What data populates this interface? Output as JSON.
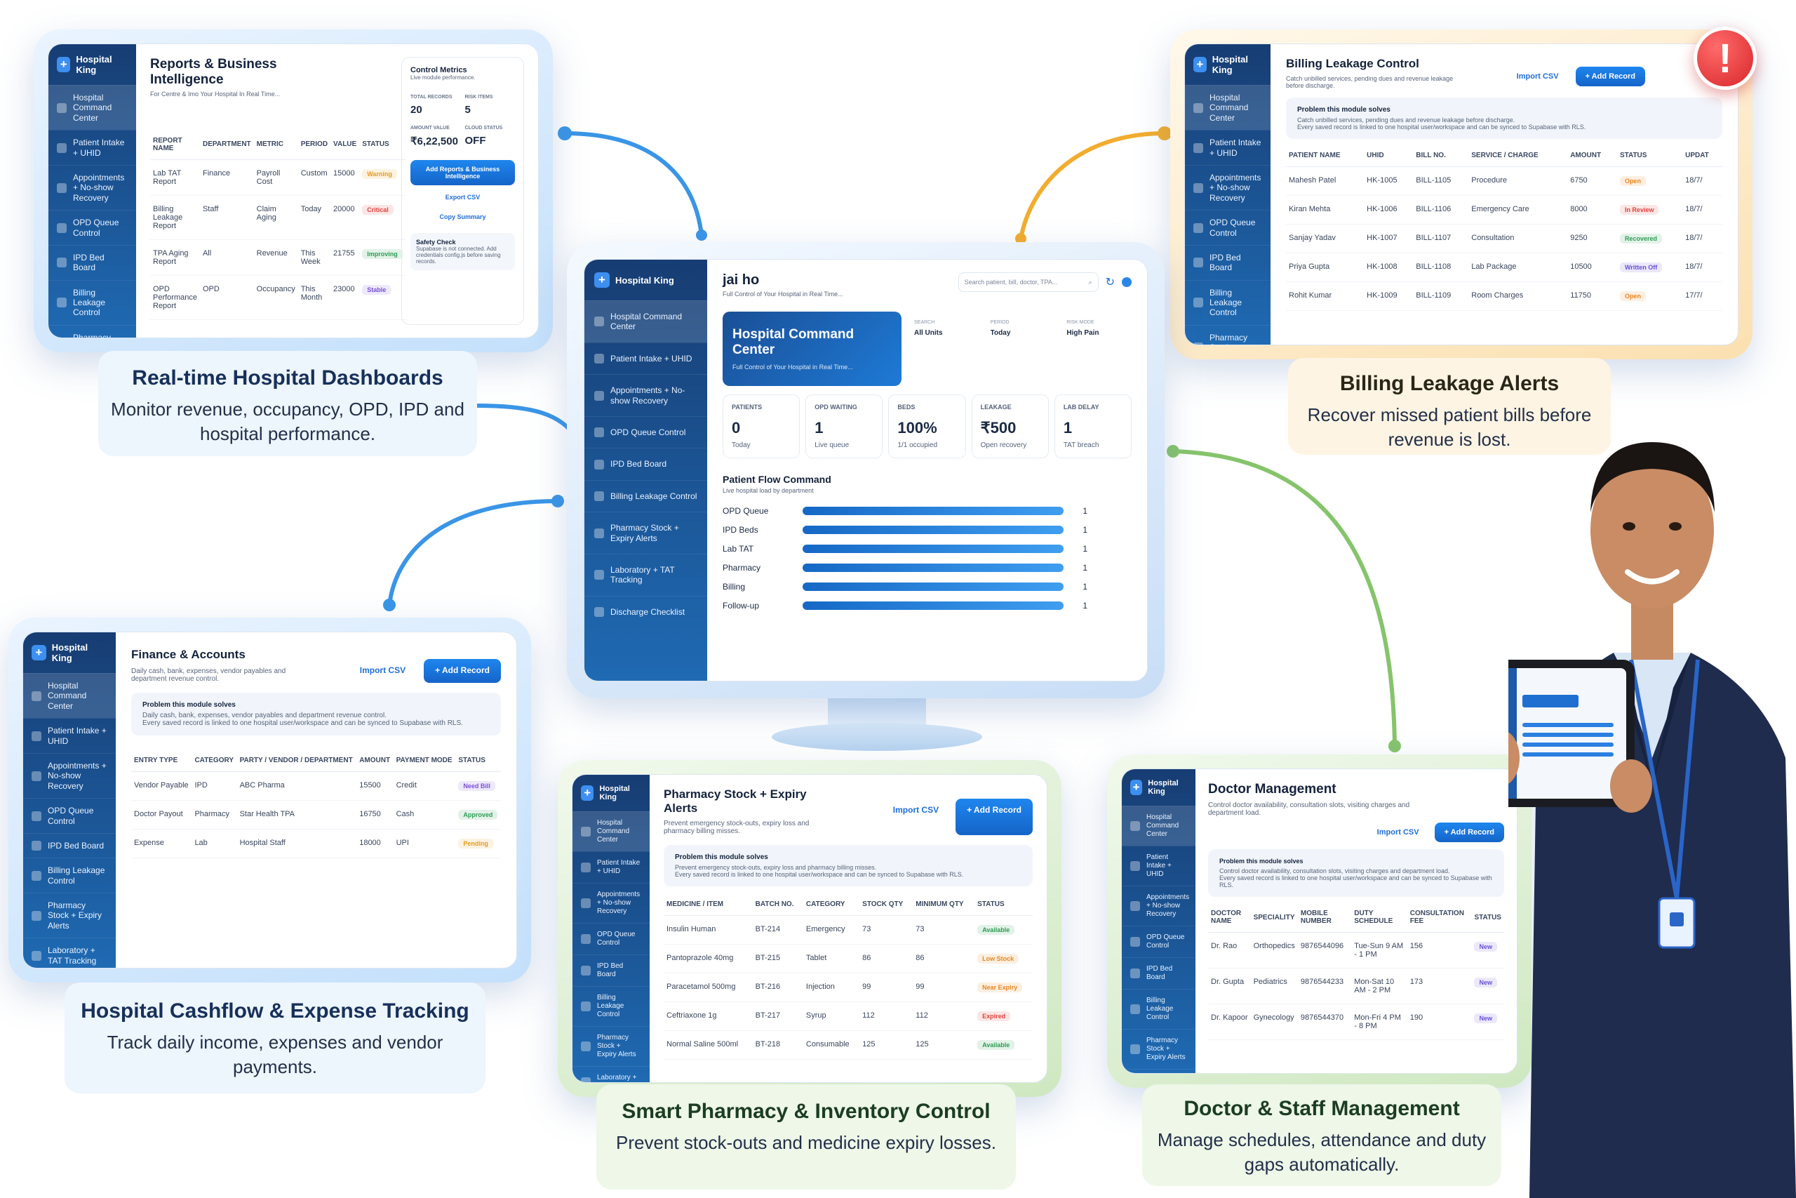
{
  "brand": "Hospital King",
  "nav": [
    "Hospital Command Center",
    "Patient Intake + UHID",
    "Appointments + No-show Recovery",
    "OPD Queue Control",
    "IPD Bed Board",
    "Billing Leakage Control",
    "Pharmacy Stock + Expiry Alerts",
    "Laboratory + TAT Tracking",
    "Discharge Checklist"
  ],
  "common": {
    "import_csv": "Import CSV",
    "add_record": "+ Add Record",
    "problem_title": "Problem this module solves",
    "problem_tail": "Every saved record is linked to one hospital user/workspace and can be synced to Supabase with RLS."
  },
  "main": {
    "greeting": "jai ho",
    "tagline": "Full Control of Your Hospital in Real Time...",
    "search_placeholder": "Search patient, bill, doctor, TPA...",
    "banner_title": "Hospital Command Center",
    "banner_sub": "Full Control of Your Hospital in Real Time...",
    "filters": [
      {
        "label": "SEARCH",
        "value": "All Units"
      },
      {
        "label": "PERIOD",
        "value": "Today"
      },
      {
        "label": "RISK MODE",
        "value": "High Pain"
      }
    ],
    "kpis": [
      {
        "label": "PATIENTS",
        "value": "0",
        "sub": "Today"
      },
      {
        "label": "OPD WAITING",
        "value": "1",
        "sub": "Live queue"
      },
      {
        "label": "BEDS",
        "value": "100%",
        "sub": "1/1 occupied"
      },
      {
        "label": "LEAKAGE",
        "value": "₹500",
        "sub": "Open recovery"
      },
      {
        "label": "LAB DELAY",
        "value": "1",
        "sub": "TAT breach"
      }
    ],
    "flow_title": "Patient Flow Command",
    "flow_sub": "Live hospital load by department",
    "flow": [
      {
        "label": "OPD Queue",
        "value": "1"
      },
      {
        "label": "IPD Beds",
        "value": "1"
      },
      {
        "label": "Lab TAT",
        "value": "1"
      },
      {
        "label": "Pharmacy",
        "value": "1"
      },
      {
        "label": "Billing",
        "value": "1"
      },
      {
        "label": "Follow-up",
        "value": "1"
      }
    ]
  },
  "reports": {
    "title": "Reports & Business Intelligence",
    "sub": "For Centre & Imo Your Hospital In Real Time...",
    "cols": [
      "REPORT NAME",
      "DEPARTMENT",
      "METRIC",
      "PERIOD",
      "VALUE",
      "STATUS"
    ],
    "rows": [
      [
        "Lab TAT Report",
        "Finance",
        "Payroll Cost",
        "Custom",
        "15000",
        "Warning"
      ],
      [
        "Billing Leakage Report",
        "Staff",
        "Claim Aging",
        "Today",
        "20000",
        "Critical"
      ],
      [
        "TPA Aging Report",
        "All",
        "Revenue",
        "This Week",
        "21755",
        "Improving"
      ],
      [
        "OPD Performance Report",
        "OPD",
        "Occupancy",
        "This Month",
        "23000",
        "Stable"
      ]
    ],
    "metrics_title": "Control Metrics",
    "metrics_sub": "Live module performance.",
    "metrics": [
      {
        "label": "TOTAL RECORDS",
        "value": "20"
      },
      {
        "label": "RISK ITEMS",
        "value": "5"
      },
      {
        "label": "AMOUNT VALUE",
        "value": "₹6,22,500"
      },
      {
        "label": "CLOUD STATUS",
        "value": "OFF"
      }
    ],
    "add_btn": "Add Reports & Business Intelligence",
    "export": "Export CSV",
    "copy": "Copy Summary",
    "safety_title": "Safety Check",
    "safety_sub": "Supabase is not connected. Add credentials config.js before saving records."
  },
  "billing": {
    "title": "Billing Leakage Control",
    "sub": "Catch unbilled services, pending dues and revenue leakage before discharge.",
    "problem": "Catch unbilled services, pending dues and revenue leakage before discharge.",
    "cols": [
      "PATIENT NAME",
      "UHID",
      "BILL NO.",
      "SERVICE / CHARGE",
      "AMOUNT",
      "STATUS",
      "UPDAT"
    ],
    "rows": [
      [
        "Mahesh Patel",
        "HK-1005",
        "BILL-1105",
        "Procedure",
        "6750",
        "Open",
        "18/7/"
      ],
      [
        "Kiran Mehta",
        "HK-1006",
        "BILL-1106",
        "Emergency Care",
        "8000",
        "In Review",
        "18/7/"
      ],
      [
        "Sanjay Yadav",
        "HK-1007",
        "BILL-1107",
        "Consultation",
        "9250",
        "Recovered",
        "18/7/"
      ],
      [
        "Priya Gupta",
        "HK-1008",
        "BILL-1108",
        "Lab Package",
        "10500",
        "Written Off",
        "18/7/"
      ],
      [
        "Rohit Kumar",
        "HK-1009",
        "BILL-1109",
        "Room Charges",
        "11750",
        "Open",
        "17/7/"
      ]
    ]
  },
  "finance": {
    "title": "Finance & Accounts",
    "sub": "Daily cash, bank, expenses, vendor payables and department revenue control.",
    "problem": "Daily cash, bank, expenses, vendor payables and department revenue control.",
    "cols": [
      "ENTRY TYPE",
      "CATEGORY",
      "PARTY / VENDOR / DEPARTMENT",
      "AMOUNT",
      "PAYMENT MODE",
      "STATUS"
    ],
    "rows": [
      [
        "Vendor Payable",
        "IPD",
        "ABC Pharma",
        "15500",
        "Credit",
        "Need Bill"
      ],
      [
        "Doctor Payout",
        "Pharmacy",
        "Star Health TPA",
        "16750",
        "Cash",
        "Approved"
      ],
      [
        "Expense",
        "Lab",
        "Hospital Staff",
        "18000",
        "UPI",
        "Pending"
      ]
    ]
  },
  "pharmacy": {
    "title": "Pharmacy Stock + Expiry Alerts",
    "sub": "Prevent emergency stock-outs, expiry loss and pharmacy billing misses.",
    "problem": "Prevent emergency stock-outs, expiry loss and pharmacy billing misses.",
    "cols": [
      "MEDICINE / ITEM",
      "BATCH NO.",
      "CATEGORY",
      "STOCK QTY",
      "MINIMUM QTY",
      "STATUS"
    ],
    "rows": [
      [
        "Insulin Human",
        "BT-214",
        "Emergency",
        "73",
        "73",
        "Available"
      ],
      [
        "Pantoprazole 40mg",
        "BT-215",
        "Tablet",
        "86",
        "86",
        "Low Stock"
      ],
      [
        "Paracetamol 500mg",
        "BT-216",
        "Injection",
        "99",
        "99",
        "Near Expiry"
      ],
      [
        "Ceftriaxone 1g",
        "BT-217",
        "Syrup",
        "112",
        "112",
        "Expired"
      ],
      [
        "Normal Saline 500ml",
        "BT-218",
        "Consumable",
        "125",
        "125",
        "Available"
      ]
    ]
  },
  "doctor": {
    "title": "Doctor Management",
    "sub": "Control doctor availability, consultation slots, visiting charges and department load.",
    "problem": "Control doctor availability, consultation slots, visiting charges and department load.",
    "cols": [
      "DOCTOR NAME",
      "SPECIALITY",
      "MOBILE NUMBER",
      "DUTY SCHEDULE",
      "CONSULTATION FEE",
      "STATUS"
    ],
    "rows": [
      [
        "Dr. Rao",
        "Orthopedics",
        "9876544096",
        "Tue-Sun 9 AM - 1 PM",
        "156",
        "New"
      ],
      [
        "Dr. Gupta",
        "Pediatrics",
        "9876544233",
        "Mon-Sat 10 AM - 2 PM",
        "173",
        "New"
      ],
      [
        "Dr. Kapoor",
        "Gynecology",
        "9876544370",
        "Mon-Fri 4 PM - 8 PM",
        "190",
        "New"
      ]
    ]
  },
  "captions": {
    "dash": {
      "title": "Real-time Hospital Dashboards",
      "desc": "Monitor revenue, occupancy, OPD, IPD and hospital performance."
    },
    "billing": {
      "title": "Billing Leakage Alerts",
      "desc": "Recover missed patient bills before revenue is lost."
    },
    "cash": {
      "title": "Hospital Cashflow & Expense Tracking",
      "desc": "Track daily income, expenses and vendor payments."
    },
    "pharma": {
      "title": "Smart Pharmacy & Inventory Control",
      "desc": "Prevent stock-outs and medicine expiry losses."
    },
    "staff": {
      "title": "Doctor & Staff Management",
      "desc": "Manage schedules, attendance and duty gaps automatically."
    }
  },
  "alert_badge": "!",
  "status_colors": {
    "Warning": "#e69b1e",
    "Critical": "#e0443a",
    "Improving": "#2e9d55",
    "Stable": "#7a4fd6",
    "Open": "#e8871e",
    "In Review": "#e0443a",
    "Recovered": "#2e9d55",
    "Written Off": "#6a4fd6",
    "Need Bill": "#7a4fd6",
    "Approved": "#2e9d55",
    "Pending": "#e69b1e",
    "Available": "#2e9d55",
    "Low Stock": "#e8871e",
    "Near Expiry": "#e8871e",
    "Expired": "#e0443a",
    "New": "#6a4fd6"
  }
}
